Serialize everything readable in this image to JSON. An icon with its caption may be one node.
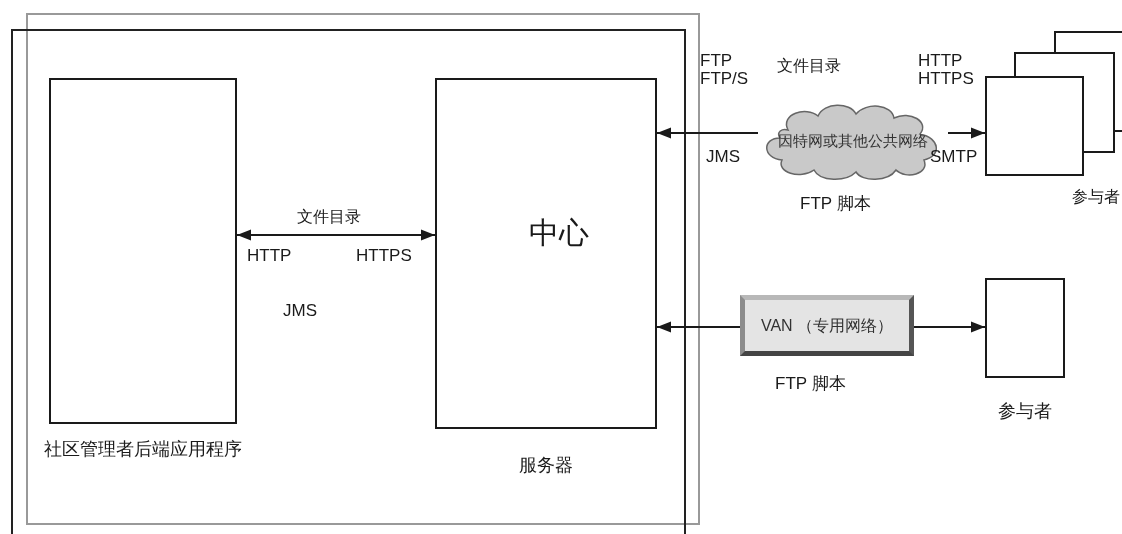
{
  "diagram": {
    "nodes": [
      {
        "text": [
          "社区管理者后端应用程序"
        ]
      },
      {
        "text": [
          "中心",
          "服务器"
        ]
      },
      {
        "text": [
          "因特网或其他公共网络"
        ],
        "beside": [
          "FTP 脚本"
        ]
      },
      {
        "text": [
          "参与者"
        ]
      },
      {
        "text": [
          "VAN （专用网络）"
        ],
        "beside": [
          "FTP 脚本"
        ]
      },
      {
        "text": [
          "参与者"
        ]
      }
    ],
    "edges": [
      {
        "from": 0,
        "to": 1,
        "arrow": "both"
      },
      {
        "from": 2,
        "to": 1,
        "arrow": "to"
      },
      {
        "from": 2,
        "to": 3,
        "arrow": "to"
      },
      {
        "from": 4,
        "to": 1,
        "arrow": "to"
      },
      {
        "from": 4,
        "to": 5,
        "arrow": "to"
      }
    ],
    "labels": [
      "FTP",
      "FTP/S",
      "文件目录",
      "HTTP",
      "HTTPS",
      "JMS",
      "SMTP",
      "文件目录",
      "HTTP",
      "HTTPS",
      "JMS"
    ]
  }
}
